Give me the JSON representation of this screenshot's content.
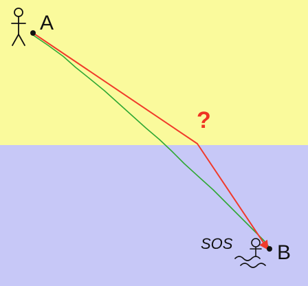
{
  "labels": {
    "start": "A",
    "end": "B",
    "question": "?",
    "distress": "SOS"
  },
  "colors": {
    "land": "#fafa9c",
    "water": "#c7c8f7",
    "path_direct": "#f03a2a",
    "path_optimal": "#2fa834",
    "question_mark": "#ee3322",
    "ink": "#111111"
  },
  "icons": {
    "person_on_land": "stick-figure-icon",
    "drowning_swimmer": "swimmer-in-waves-icon"
  }
}
